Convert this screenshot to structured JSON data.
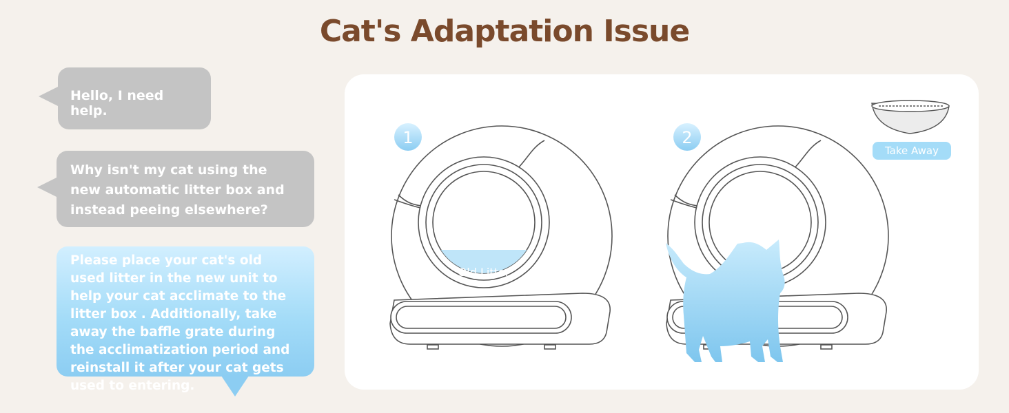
{
  "title": "Cat's Adaptation Issue",
  "chat": {
    "msg1": "Hello, I need help.",
    "msg2": "Why isn't my cat using the new automatic litter box and instead peeing elsewhere?",
    "answer": "Please place your cat's old used litter in the new unit to help your cat acclimate to the litter box . Additionally, take away the baffle grate during the acclimatization period and reinstall it after your cat gets used to entering."
  },
  "steps": {
    "step1_number": "1",
    "step1_label": "Old Litter",
    "step2_number": "2",
    "step2_label": "Take Away"
  },
  "colors": {
    "title": "#7a4a2c",
    "bubble_gray": "#c4c4c4",
    "bubble_blue": "#a4dcf8",
    "accent_blue": "#8ccdf2"
  }
}
